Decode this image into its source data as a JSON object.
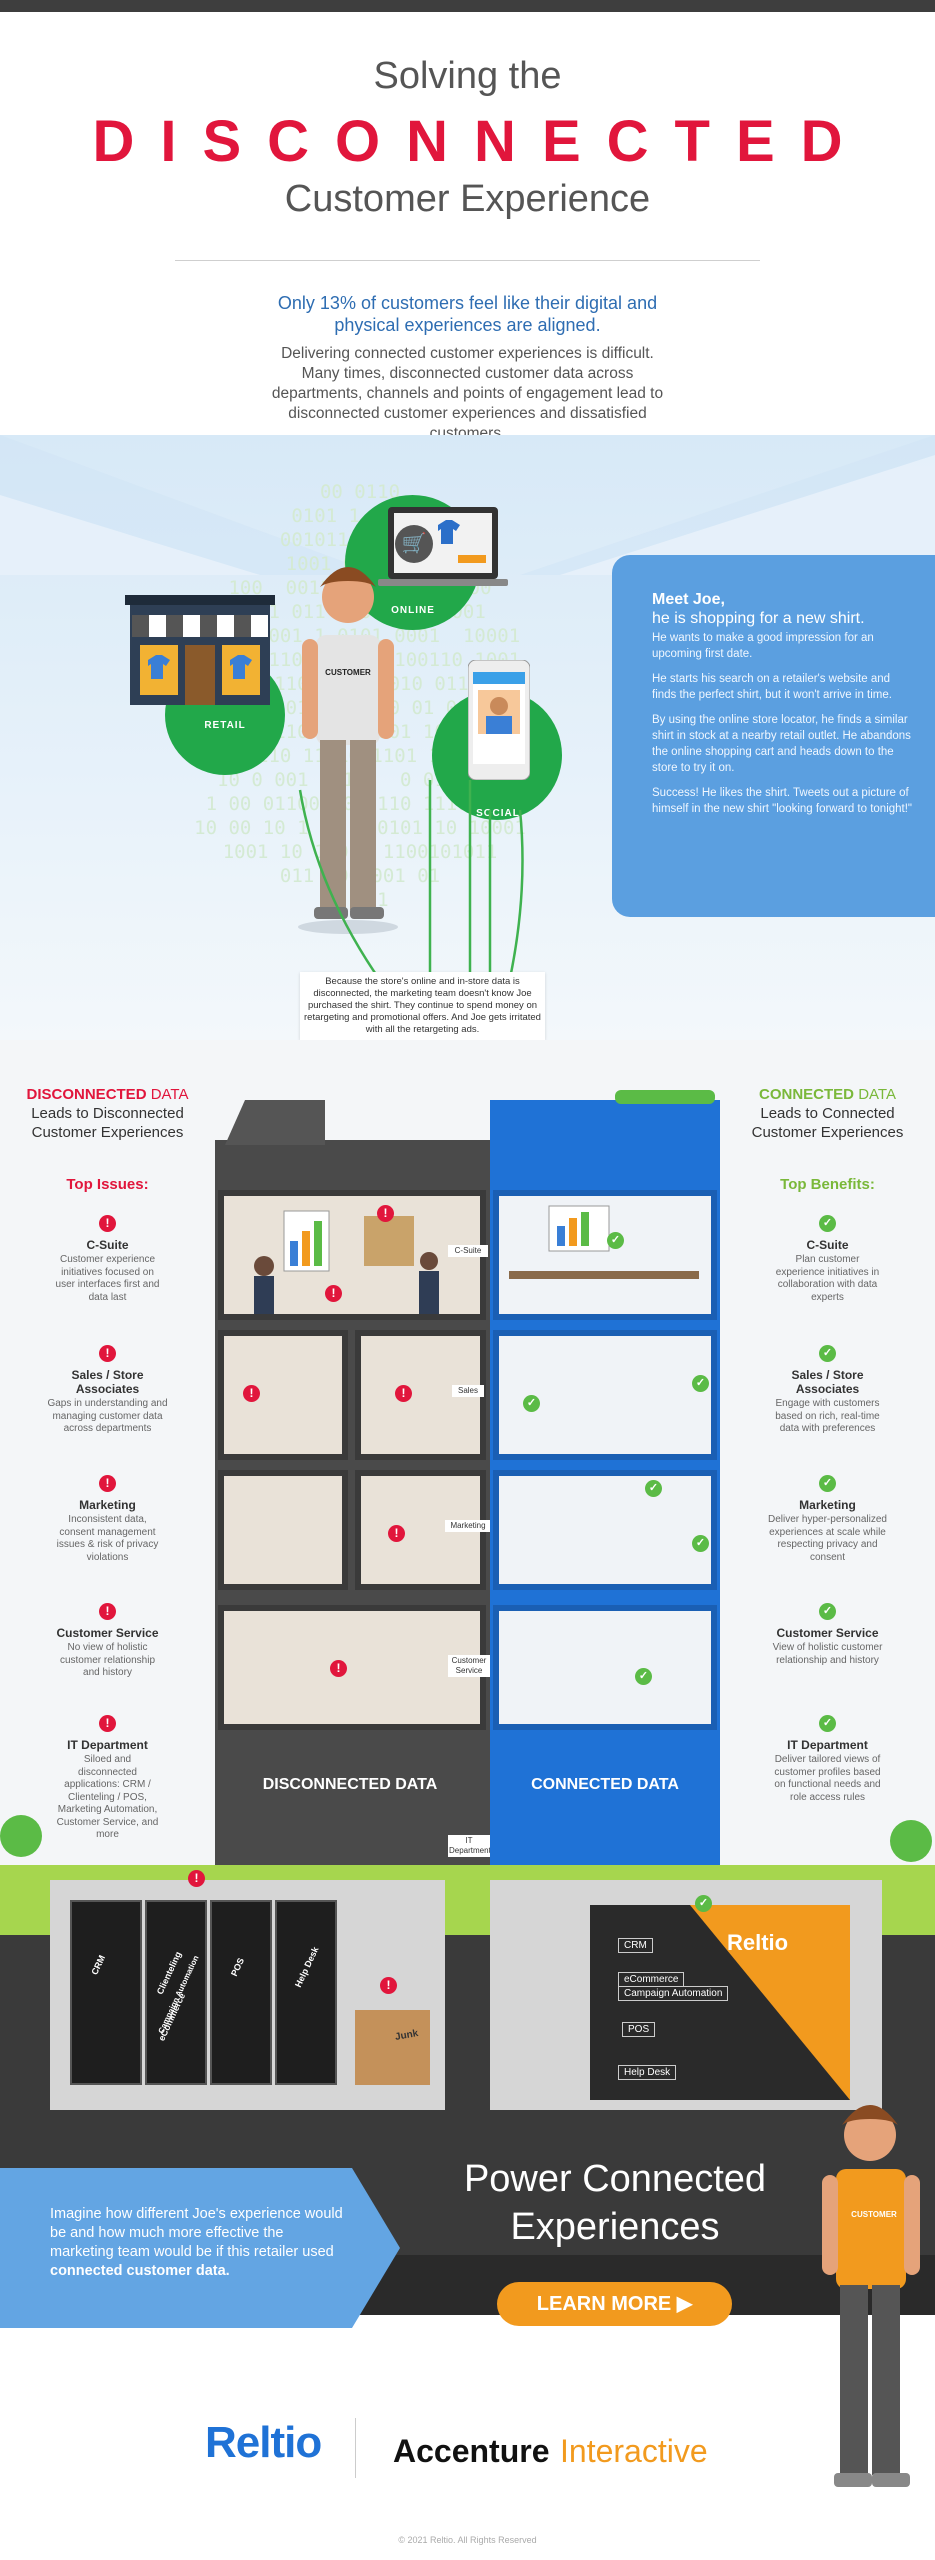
{
  "header": {
    "title_line1": "Solving the",
    "title_line2": "DISCONNECTED",
    "title_line3": "Customer Experience",
    "lead_highlight": "Only 13% of customers feel like their digital and physical experiences are aligned.",
    "lead_body": "Delivering connected customer experiences is difficult. Many times, disconnected customer data across departments, channels and points of engagement lead to disconnected customer experiences and dissatisfied customers."
  },
  "scene": {
    "binary_text": "00 0110\n0101 1  1101\n001011 0001  1\n1001 00  0101\n100  0011 1001 110 0100\n0101 011 00011 0110001\n0100 0001 1 0101 0001  10001\n1001 0110 0011100100110 1001\n101 0111010 01 1010 01100 0\n00111010 001 00 01 01 0\n00 01110 1001 001 10 0111\n1001110 11 10 1101 1011001\n10 0 001 10101  0 01  011\n1 00 01100 10 0110 11100111\n10 00 10 1 01 100101 10 10001\n1001 10 110 1 1100101011\n011 100 001 01\n0 011",
    "channel_online": "ONLINE",
    "channel_retail": "RETAIL",
    "channel_social": "SOCIAL",
    "shirt_text": "CUSTOMER",
    "callout": "Because the store's online and in-store data is disconnected, the marketing team doesn't know Joe purchased the shirt. They continue to spend money on retargeting and promotional offers. And Joe gets irritated with all the retargeting ads."
  },
  "joe": {
    "heading": "Meet Joe,",
    "subheading": "he is shopping for a new shirt.",
    "paragraphs": [
      "He wants to make a good impression for an upcoming first date.",
      "He starts his search on a retailer's website and finds the perfect shirt, but it won't arrive in time.",
      "By using the online store locator, he finds a similar shirt in stock at a nearby retail outlet. He abandons the online shopping cart and heads down to the store to try it on.",
      "Success! He likes the shirt. Tweets out a picture of himself in the new shirt \"looking forward to tonight!\""
    ]
  },
  "disconnected": {
    "heading_red": "DISCONNECTED",
    "heading_rest": " DATA",
    "subheading": "Leads to Disconnected Customer Experiences",
    "list_title": "Top Issues:",
    "issues": [
      {
        "title": "C-Suite",
        "desc": "Customer experience initiatives focused on user interfaces first and data last"
      },
      {
        "title": "Sales / Store Associates",
        "desc": "Gaps in understanding and managing customer data across departments"
      },
      {
        "title": "Marketing",
        "desc": "Inconsistent data, consent management issues & risk of privacy violations"
      },
      {
        "title": "Customer Service",
        "desc": "No view of holistic customer relationship and history"
      },
      {
        "title": "IT Department",
        "desc": "Siloed and disconnected applications: CRM / Clienteling / POS, Marketing Automation, Customer Service, and more"
      }
    ],
    "building_caption": "DISCONNECTED DATA",
    "alert_glyph": "!"
  },
  "connected": {
    "heading_green": "CONNECTED",
    "heading_rest": " DATA",
    "subheading": "Leads to Connected Customer Experiences",
    "list_title": "Top Benefits:",
    "benefits": [
      {
        "title": "C-Suite",
        "desc": "Plan customer experience initiatives in collaboration with data experts"
      },
      {
        "title": "Sales / Store Associates",
        "desc": "Engage with customers based on rich, real-time data with preferences"
      },
      {
        "title": "Marketing",
        "desc": "Deliver hyper-personalized experiences at scale while respecting privacy and consent"
      },
      {
        "title": "Customer Service",
        "desc": "View of holistic customer relationship and history"
      },
      {
        "title": "IT Department",
        "desc": "Deliver tailored views of customer profiles based on functional needs and role access rules"
      }
    ],
    "building_caption": "CONNECTED DATA",
    "check_glyph": "✓"
  },
  "departments": [
    "C-Suite",
    "Sales",
    "Marketing",
    "Customer Service",
    "IT Department"
  ],
  "servers": {
    "left": [
      "CRM",
      "Clienteling",
      "POS",
      "Help Desk"
    ],
    "left_extra": [
      "Campaign Automation",
      "eCommerce"
    ],
    "box_label": "Junk",
    "reltio_brand": "Reltio",
    "right": [
      "CRM",
      "eCommerce",
      "Campaign Automation",
      "POS",
      "Help Desk"
    ]
  },
  "cta": {
    "arrow_text_pre": "Imagine how different Joe's experience would be and how much more effective the marketing team would be if this retailer used ",
    "arrow_text_bold": "connected customer data.",
    "headline": "Power Connected Experiences",
    "button": "LEARN MORE",
    "shirt_text": "CUSTOMER"
  },
  "footer": {
    "logo_reltio": "Reltio",
    "logo_accenture": "Accenture",
    "logo_interactive": "Interactive",
    "copyright": "© 2021 Reltio. All Rights Reserved"
  },
  "colors": {
    "red": "#e1163c",
    "green": "#5bbb46",
    "blue": "#1f72d6",
    "orange": "#f29a1e"
  }
}
